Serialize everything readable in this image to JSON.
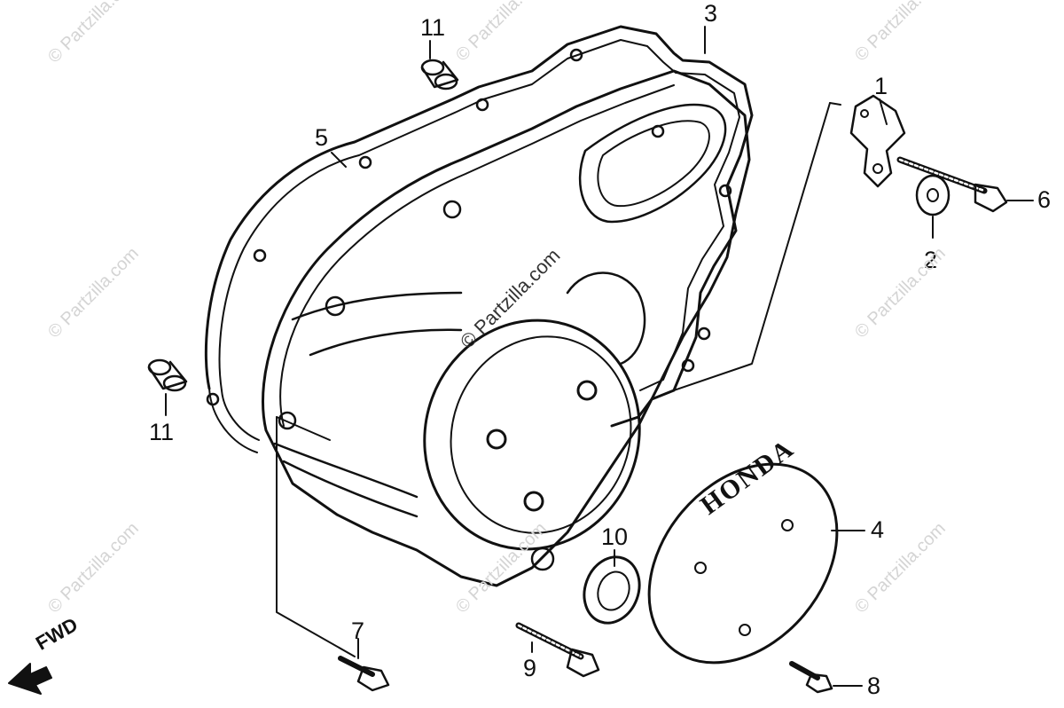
{
  "watermark": "© Partzilla.com",
  "direction": {
    "label": "FWD"
  },
  "callouts": [
    {
      "id": "1",
      "text": "1"
    },
    {
      "id": "2",
      "text": "2"
    },
    {
      "id": "3",
      "text": "3"
    },
    {
      "id": "4",
      "text": "4"
    },
    {
      "id": "5",
      "text": "5"
    },
    {
      "id": "6",
      "text": "6"
    },
    {
      "id": "7",
      "text": "7"
    },
    {
      "id": "8",
      "text": "8"
    },
    {
      "id": "9",
      "text": "9"
    },
    {
      "id": "10",
      "text": "10"
    },
    {
      "id": "11a",
      "text": "11"
    },
    {
      "id": "11b",
      "text": "11"
    }
  ],
  "emblem_text": "HONDA"
}
